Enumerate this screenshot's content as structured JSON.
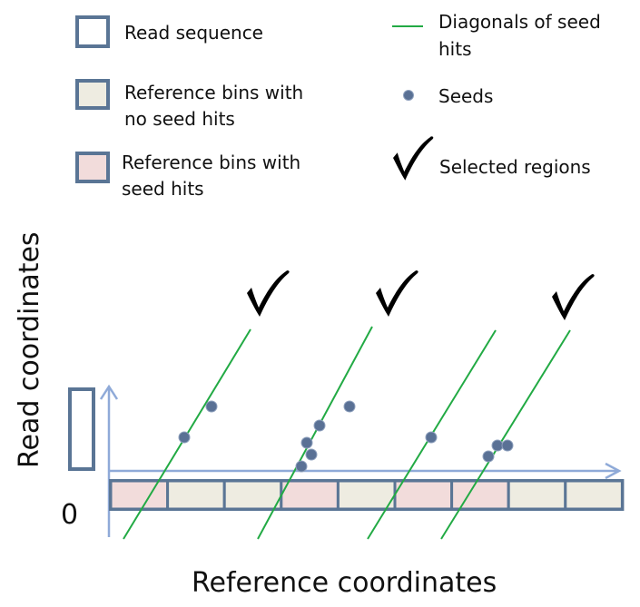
{
  "legend": {
    "read_sequence": "Read sequence",
    "bins_no_hits_line1": "Reference bins with",
    "bins_no_hits_line2": "no seed hits",
    "bins_with_hits_line1": "Reference bins with",
    "bins_with_hits_line2": "seed hits",
    "diagonals_line1": "Diagonals of seed",
    "diagonals_line2": "hits",
    "seeds": "Seeds",
    "selected_regions": "Selected regions"
  },
  "axes": {
    "x_label": "Reference coordinates",
    "y_label": "Read coordinates",
    "origin": "0"
  },
  "reference_bins": [
    "with-hits",
    "no-hits",
    "no-hits",
    "with-hits",
    "no-hits",
    "with-hits",
    "with-hits",
    "no-hits",
    "no-hits"
  ],
  "colors": {
    "bin_no_hits": "#eeece1",
    "bin_with_hits": "#f2dcdb",
    "bin_border": "#5a7595",
    "diagonal": "#22aa44",
    "seed": "#5a7195",
    "axis": "#8faad8",
    "check": "#000000"
  },
  "icons": {
    "check": "check-icon",
    "seed": "seed-dot-icon"
  }
}
